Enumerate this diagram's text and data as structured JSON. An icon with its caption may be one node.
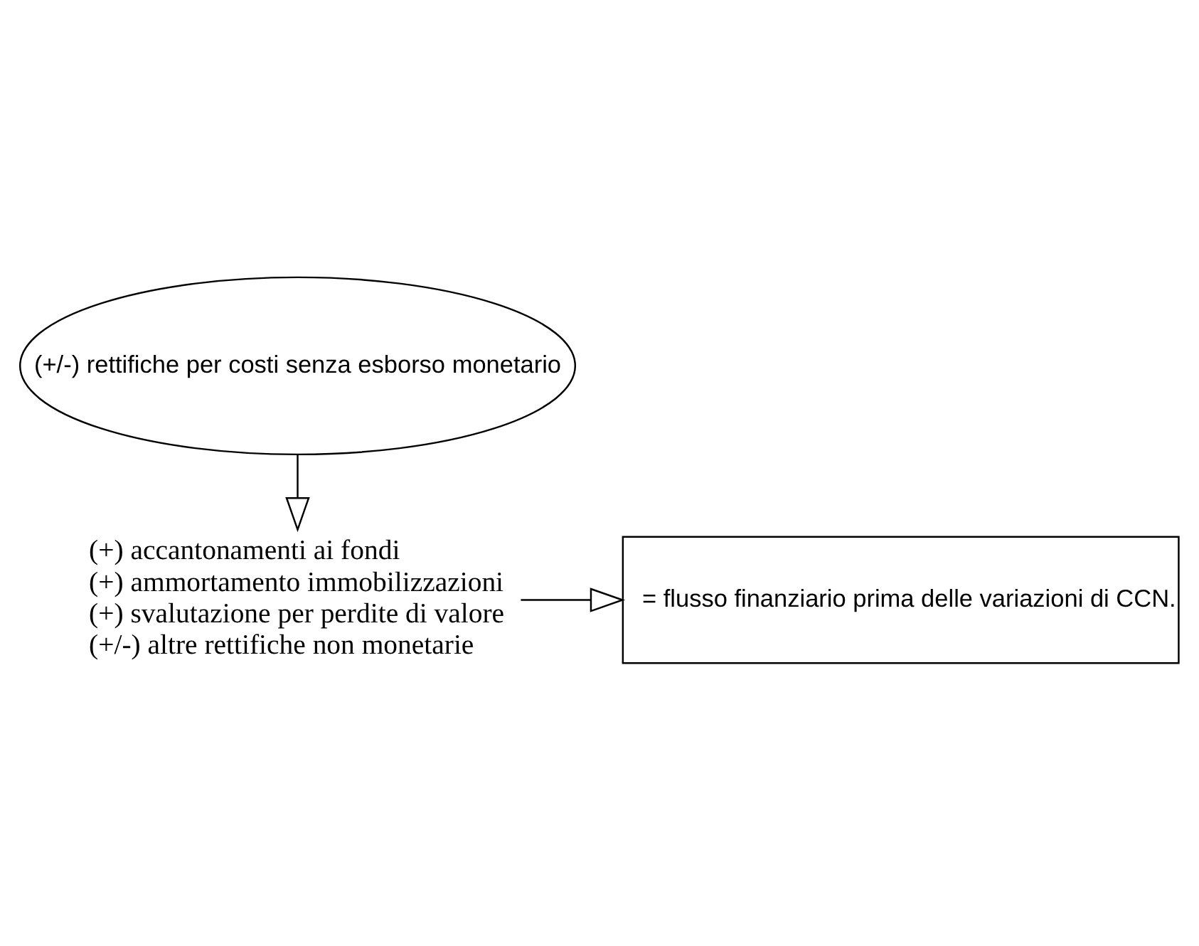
{
  "diagram": {
    "nodes": [
      {
        "text": [
          "(+/-) rettifiche per costi senza esborso monetario"
        ]
      },
      {
        "text": [
          "(+) accantonamenti ai fondi",
          "(+) ammortamento immobilizzazioni",
          "(+) svalutazione per perdite di valore",
          "(+/-) altre rettifiche non monetarie"
        ]
      },
      {
        "text": [
          "= flusso finanziario prima delle variazioni di CCN."
        ]
      }
    ],
    "edges": [
      {
        "from": 0,
        "to": 1,
        "arrow": "to"
      },
      {
        "from": 1,
        "to": 2,
        "arrow": "to"
      }
    ]
  }
}
